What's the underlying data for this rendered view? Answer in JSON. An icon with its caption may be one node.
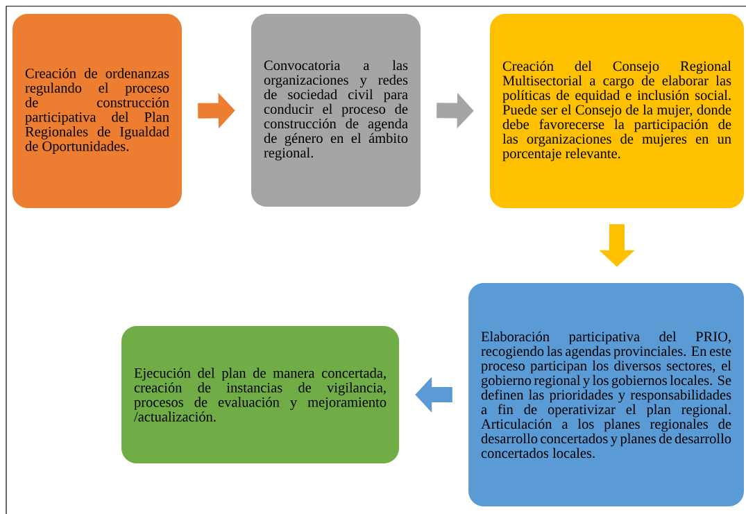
{
  "diagram": {
    "nodes": [
      {
        "text": [
          "Creación de ordenanzas regulando el proceso de construcción participativa del Plan Regionales de Igualdad de Oportunidades."
        ]
      },
      {
        "text": [
          "Convocatoria a las organizaciones y redes de sociedad civil para conducir el proceso de construcción de agenda de género en el ámbito regional."
        ]
      },
      {
        "text": [
          "Creación del Consejo Regional Multisectorial a cargo de elaborar las políticas de equidad e inclusión social. Puede ser el Consejo de la mujer, donde debe favorecerse la participación de las organizaciones de mujeres en un porcentaje relevante."
        ]
      },
      {
        "text": [
          "Elaboración participativa del PRIO, recogiendo las agendas provinciales. En este proceso participan los diversos sectores, el gobierno regional y los gobiernos locales. Se definen las prioridades y responsabilidades a fin de operativizar el plan regional. Articulación a los planes regionales de desarrollo concertados y planes de desarrollo concertados locales."
        ]
      },
      {
        "text": [
          "Ejecución del plan de manera concertada, creación de instancias de vigilancia, procesos de evaluación y mejoramiento /actualización."
        ]
      }
    ],
    "edges": [
      {
        "from": 0,
        "to": 1,
        "arrow": "to",
        "color": "#ed7d31"
      },
      {
        "from": 1,
        "to": 2,
        "arrow": "to",
        "color": "#a5a5a5"
      },
      {
        "from": 2,
        "to": 3,
        "arrow": "to",
        "color": "#ffc000"
      },
      {
        "from": 3,
        "to": 4,
        "arrow": "to",
        "color": "#5b9bd5"
      }
    ]
  }
}
